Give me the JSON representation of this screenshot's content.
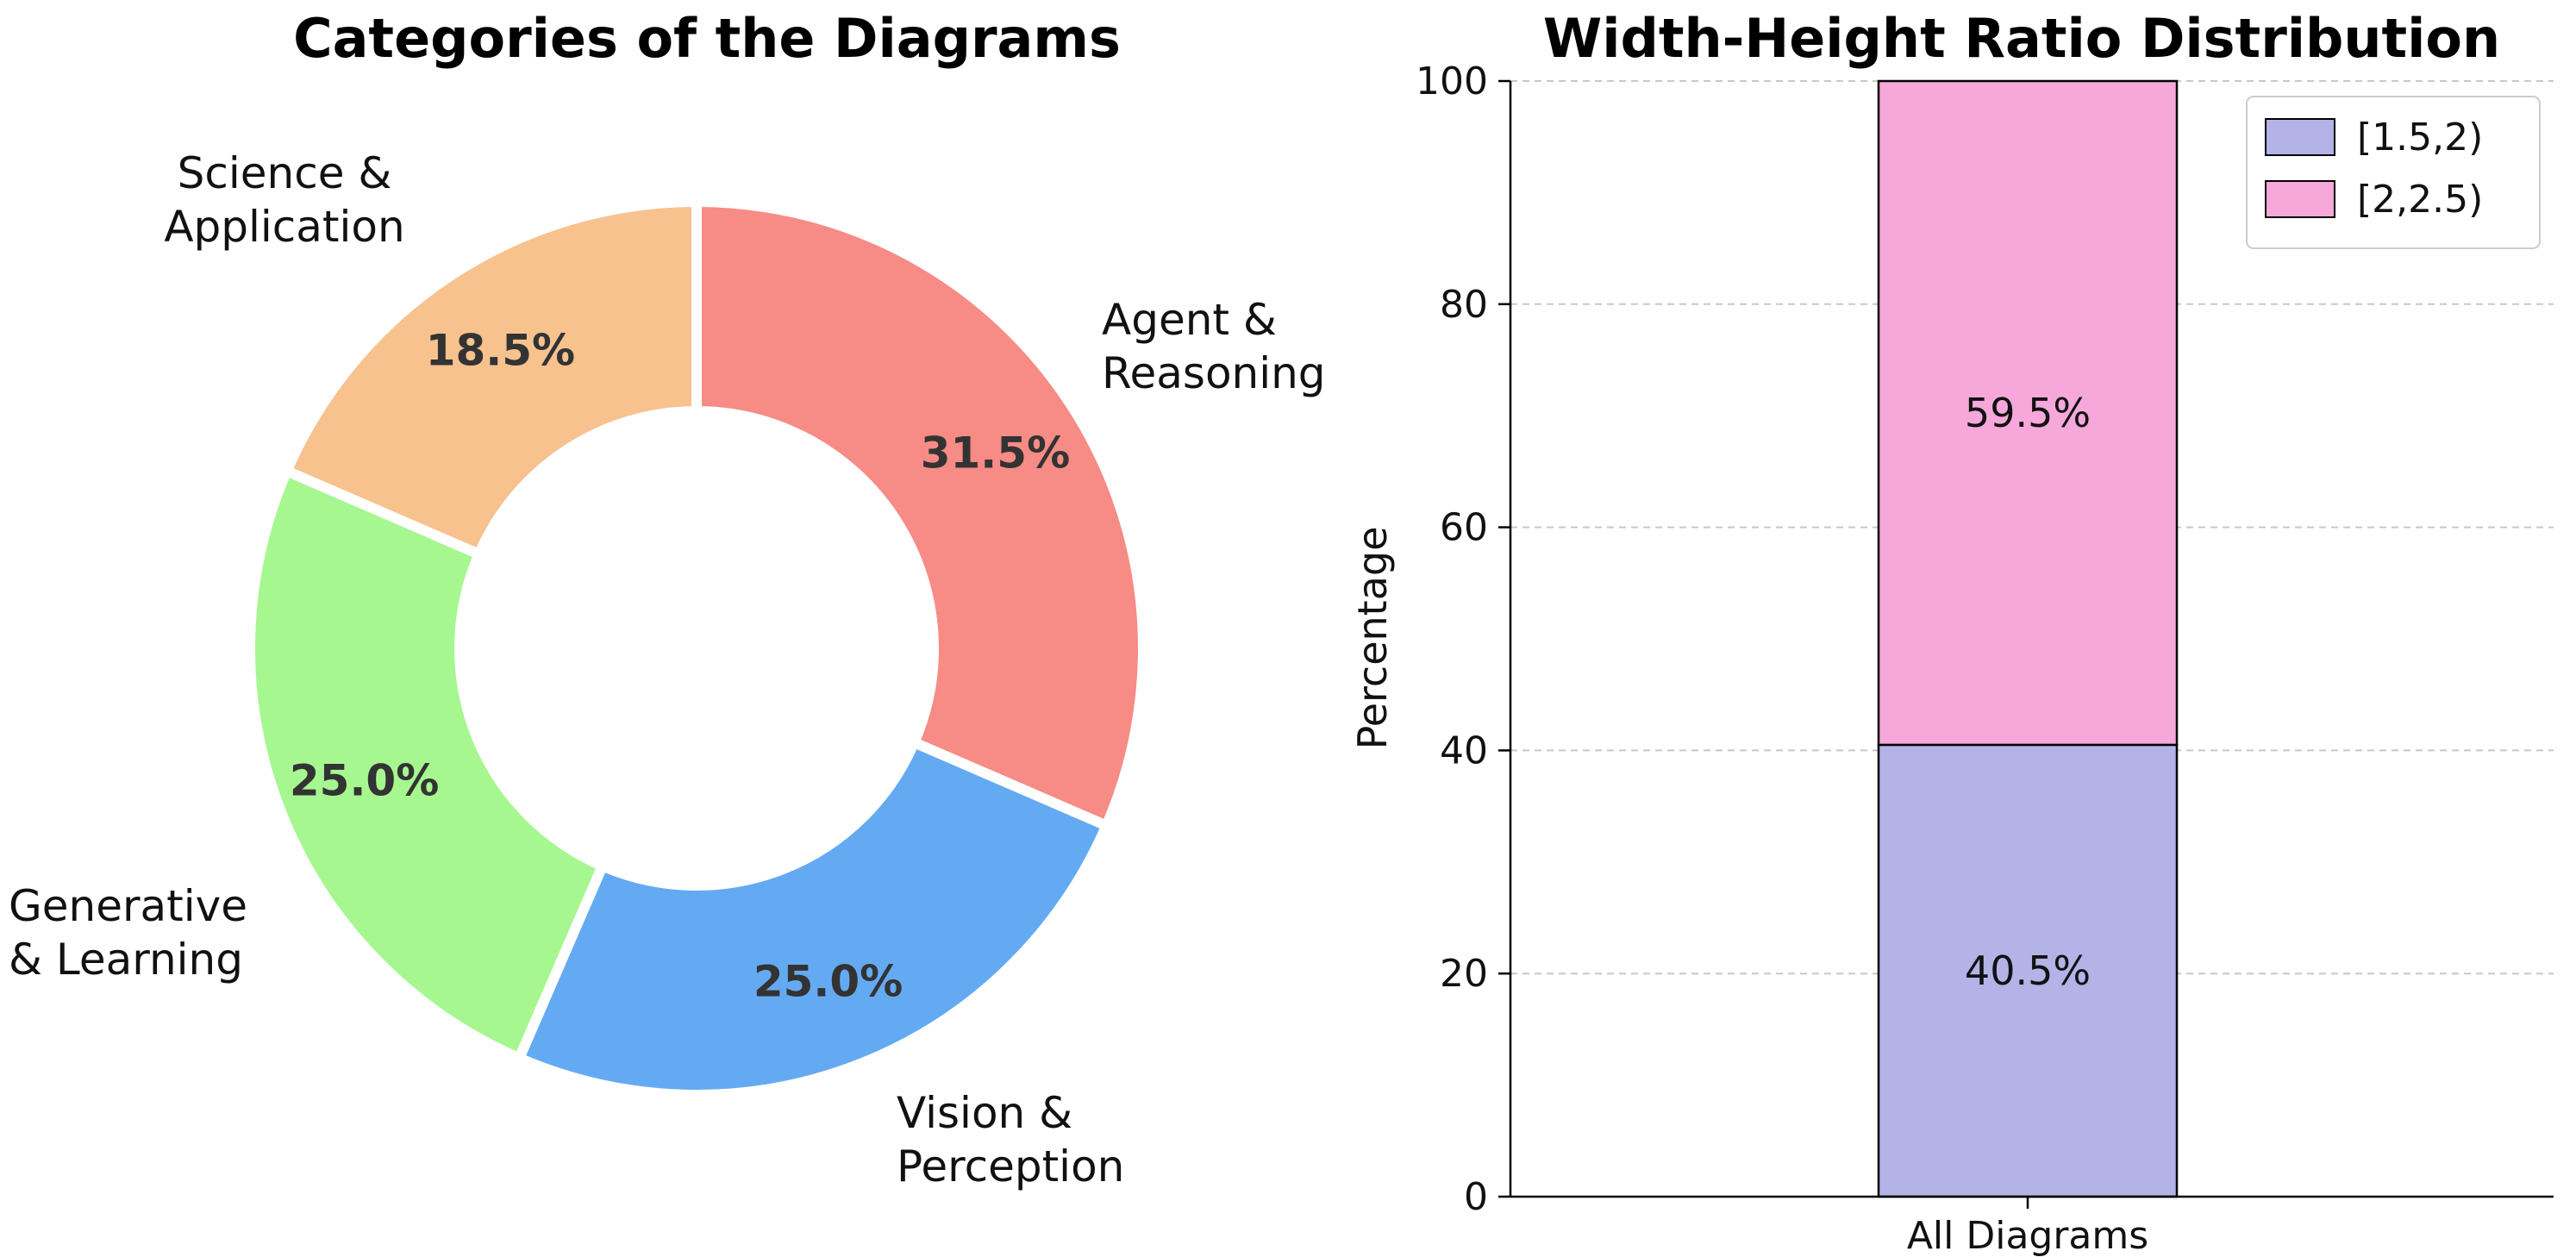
{
  "chart_data": [
    {
      "type": "pie",
      "variant": "donut",
      "title": "Categories of the Diagrams",
      "slices": [
        {
          "label": "Agent & Reasoning",
          "value": 31.5,
          "pct_label": "31.5%",
          "color": "#F78B85"
        },
        {
          "label": "Vision & Perception",
          "value": 25.0,
          "pct_label": "25.0%",
          "color": "#64AAF2"
        },
        {
          "label": "Generative & Learning",
          "value": 25.0,
          "pct_label": "25.0%",
          "color": "#A6F790"
        },
        {
          "label": "Science & Application",
          "value": 18.5,
          "pct_label": "18.5%",
          "color": "#F8C28F"
        }
      ],
      "start_angle": "top",
      "direction": "clockwise"
    },
    {
      "type": "bar",
      "stacked": true,
      "title": "Width-Height Ratio Distribution",
      "categories": [
        "All Diagrams"
      ],
      "series": [
        {
          "name": "[1.5,2)",
          "values": [
            40.5
          ],
          "label": "40.5%",
          "color": "#B3B3E8"
        },
        {
          "name": "[2,2.5)",
          "values": [
            59.5
          ],
          "label": "59.5%",
          "color": "#F6A8DA"
        }
      ],
      "xlabel": "",
      "ylabel": "Percentage",
      "ylim": [
        0,
        100
      ],
      "yticks": [
        "0",
        "20",
        "40",
        "60",
        "80",
        "100"
      ],
      "grid": "horizontal-dashed",
      "legend": "top-right"
    }
  ]
}
